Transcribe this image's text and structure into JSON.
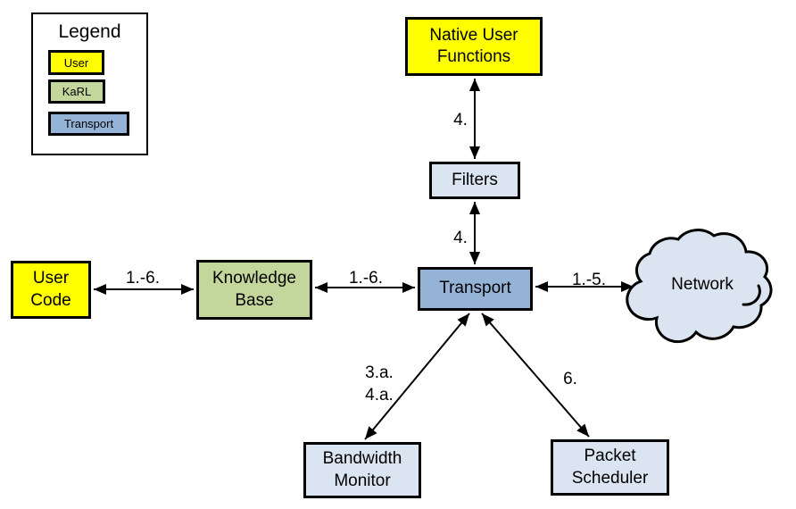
{
  "legend": {
    "title": "Legend",
    "items": [
      {
        "label": "User",
        "color": "#FFFF00"
      },
      {
        "label": "KaRL",
        "color": "#C3D69B"
      },
      {
        "label": "Transport",
        "color": "#95B3D7"
      }
    ]
  },
  "nodes": {
    "native_user_functions": {
      "label": "Native User\nFunctions",
      "color": "#FFFF00"
    },
    "filters": {
      "label": "Filters",
      "color": "#DBE5F1"
    },
    "transport": {
      "label": "Transport",
      "color": "#95B3D7"
    },
    "user_code": {
      "label": "User\nCode",
      "color": "#FFFF00"
    },
    "knowledge_base": {
      "label": "Knowledge\nBase",
      "color": "#C3D69B"
    },
    "network": {
      "label": "Network",
      "color": "#DBE5F1"
    },
    "bandwidth_monitor": {
      "label": "Bandwidth\nMonitor",
      "color": "#DBE5F1"
    },
    "packet_scheduler": {
      "label": "Packet\nScheduler",
      "color": "#DBE5F1"
    }
  },
  "edges": {
    "nuf_filters": {
      "label": "4.",
      "bidirectional": true
    },
    "filters_transport": {
      "label": "4.",
      "bidirectional": true
    },
    "user_code_knowledge_base": {
      "label": "1.-6.",
      "bidirectional": true
    },
    "knowledge_base_transport": {
      "label": "1.-6.",
      "bidirectional": true
    },
    "transport_network": {
      "label": "1.-5.",
      "bidirectional": true
    },
    "transport_bandwidth_monitor": {
      "label": "3.a.\n4.a.",
      "bidirectional": true
    },
    "transport_packet_scheduler": {
      "label": "6.",
      "bidirectional": true
    }
  },
  "colors": {
    "user_yellow": "#FFFF00",
    "karl_green": "#C3D69B",
    "transport_blue": "#95B3D7",
    "light_blue": "#DBE5F1",
    "outline": "#000000",
    "background": "#FFFFFF"
  }
}
